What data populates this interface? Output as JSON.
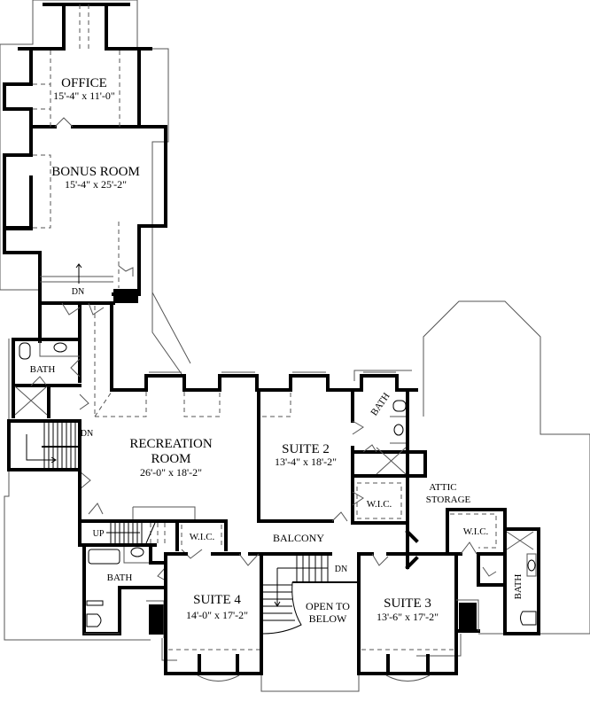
{
  "plan": {
    "rooms": {
      "office": {
        "name": "OFFICE",
        "dims": "15'-4\" x 11'-0\""
      },
      "bonus": {
        "name": "BONUS ROOM",
        "dims": "15'-4\" x 25'-2\""
      },
      "recreation": {
        "name_line1": "RECREATION",
        "name_line2": "ROOM",
        "dims": "26'-0\" x 18'-2\""
      },
      "suite2": {
        "name": "SUITE 2",
        "dims": "13'-4\" x 18'-2\""
      },
      "suite3": {
        "name": "SUITE 3",
        "dims": "13'-6\" x 17'-2\""
      },
      "suite4": {
        "name": "SUITE 4",
        "dims": "14'-0\" x 17'-2\""
      },
      "open_below": {
        "line1": "OPEN TO",
        "line2": "BELOW"
      },
      "balcony": {
        "name": "BALCONY"
      },
      "attic": {
        "line1": "ATTIC",
        "line2": "STORAGE"
      }
    },
    "small_labels": {
      "bath_upper_left": "BATH",
      "bath_lower_left": "BATH",
      "bath_suite2": "BATH",
      "bath_suite3": "BATH",
      "wic_suite4": "W.I.C.",
      "wic_suite2": "W.I.C.",
      "wic_suite3": "W.I.C.",
      "dn_bonus": "DN",
      "dn_left_stair": "DN",
      "dn_main_stair": "DN",
      "up_lower_stair": "UP"
    },
    "colors": {
      "wall": "#000000",
      "outline": "#555555",
      "background": "#ffffff"
    }
  }
}
